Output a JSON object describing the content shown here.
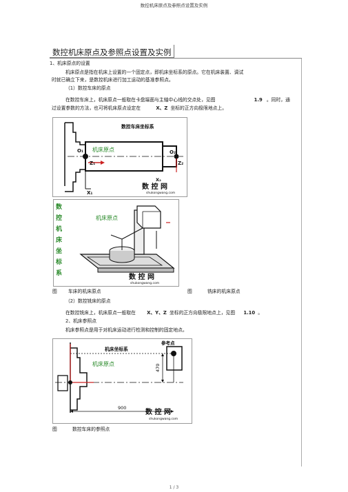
{
  "page_header": "数控机床原点及参照点设置及实例",
  "title": "数控机床原点及参照点设置及实例",
  "sec1": {
    "heading": "1、机床原点的设置",
    "p1a": "机床原点是指在机床上设置的一个固定点，即机床坐标系的原点。它在机床装置、调试",
    "p1b": "时就已确立下来，是数控机床进行加工运动的基准参照点。",
    "sub1": "（1）数控车床的原点",
    "p2a": "在数控车床上，机床原点一般取在卡盘端面与主轴中心线的交点处，见图",
    "p2a_fig": "1.9",
    "p2a_end": "。同时，通",
    "p2b_a": "过设置参数的方法，也可将机床原点设定在",
    "p2b_axes": "X、Z",
    "p2b_b": "坐标的正方向极限地点上。"
  },
  "fig1": {
    "title": "数控车床坐标系",
    "origin_label": "机床原点",
    "o1": "O₁",
    "z1": "Z₁",
    "x1": "X₁",
    "o2": "O₂",
    "z2": "Z₂",
    "xy": "X₂",
    "wm_main": "数 控 网",
    "wm_sub": "shukongwang.com"
  },
  "fig2": {
    "side_text": [
      "数",
      "控",
      "机",
      "床",
      "坐",
      "标",
      "系"
    ],
    "origin_label": "机床原点",
    "wm_main": "数 控 网",
    "wm_sub": "shukongwang.com"
  },
  "captions1": {
    "left_fig": "图",
    "left": "车床的机床原点",
    "right_fig": "图",
    "right": "铣床的机床原点"
  },
  "sec1b": {
    "sub2": "（2）数控铣床的原点",
    "p3a": "在数控铣床上，机床原点一般取在",
    "p3_axes": "X、Y、Z",
    "p3b": "坐标的正方向极限地点上，见图",
    "p3_fig": "1.10",
    "p3_end": "。"
  },
  "sec2": {
    "heading": "2、机床参照点",
    "p1": "机床参照点是用于对机床运动进行检测和控制的固定地点。"
  },
  "fig3": {
    "title": "机床坐标系",
    "ref_label": "参考点",
    "origin_label": "机床原点",
    "dim_v": "470",
    "dim_h": "900",
    "wm_main": "数 控 网",
    "wm_sub": "shukongwang.com"
  },
  "caption3": {
    "fig": "图",
    "text": "数控车床的参照点"
  },
  "footer": "1 / 3",
  "colors": {
    "green": "#2a8a2a",
    "red": "#cc2222",
    "dark": "#111111"
  }
}
